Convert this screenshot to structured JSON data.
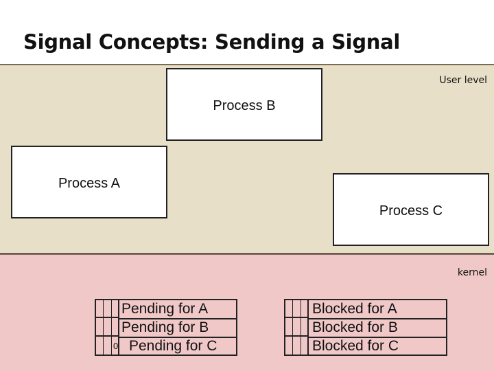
{
  "title": "Signal Concepts: Sending a Signal",
  "regions": {
    "user_label": "User level",
    "kernel_label": "kernel"
  },
  "processes": {
    "a": "Process A",
    "b": "Process B",
    "c": "Process C"
  },
  "pending": {
    "rows": [
      "Pending for A",
      "Pending for B",
      "Pending for C"
    ],
    "bit_marker": "0"
  },
  "blocked": {
    "rows": [
      "Blocked for A",
      "Blocked for B",
      "Blocked for C"
    ]
  },
  "colors": {
    "user_region": "#e8dfc8",
    "kernel_region": "#f0c8c8",
    "process_box": "#ffffff"
  }
}
